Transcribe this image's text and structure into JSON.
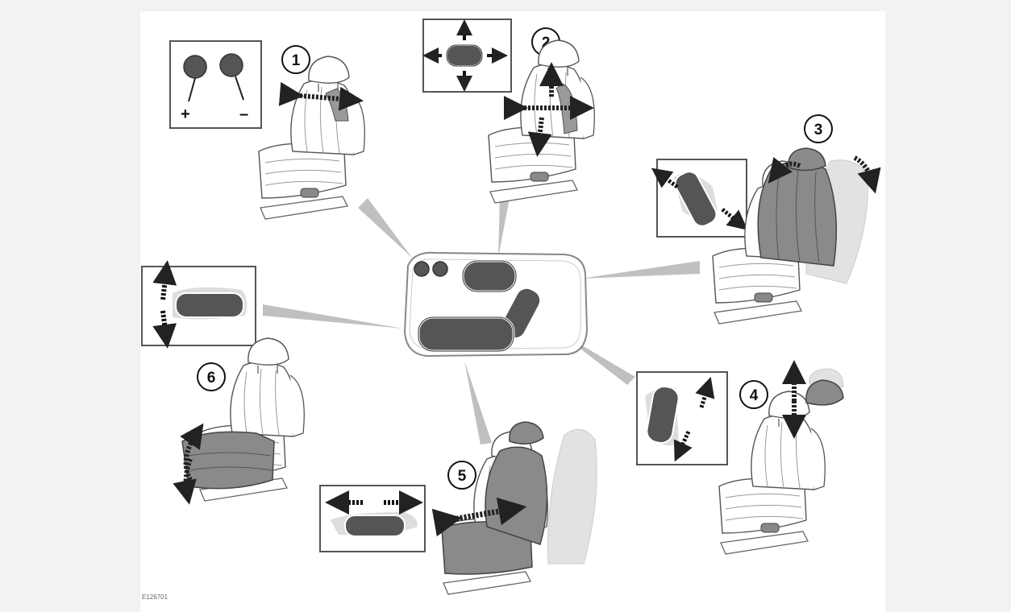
{
  "figure_id": "E126701",
  "callouts": {
    "c1": "1",
    "c2": "2",
    "c3": "3",
    "c4": "4",
    "c5": "5",
    "c6": "6"
  },
  "memory_buttons": {
    "plus": "+",
    "minus": "–"
  },
  "colors": {
    "background": "#f2f2f2",
    "paper": "#ffffff",
    "switch_fill": "#555555",
    "seat_outline": "#555555",
    "seat_highlight": "#8a8a8a",
    "ghost": "#dddddd",
    "pointer": "#bfbfbf"
  },
  "icons": [
    "memory-buttons-icon",
    "lumbar-switch-icon",
    "backrest-switch-icon",
    "headrest-switch-icon",
    "seat-slide-switch-icon",
    "cushion-tilt-switch-icon",
    "seat-icon",
    "arrow-icon"
  ]
}
